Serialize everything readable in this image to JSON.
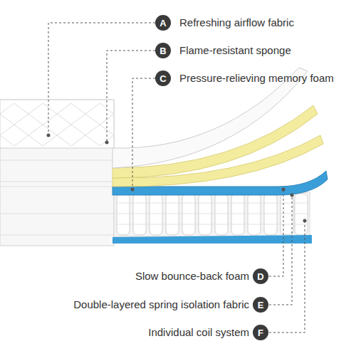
{
  "diagram": {
    "nodes": [
      {
        "text": [
          "A"
        ]
      },
      {
        "text": [
          "B"
        ]
      },
      {
        "text": [
          "C"
        ]
      },
      {
        "text": [
          "D"
        ]
      },
      {
        "text": [
          "E"
        ]
      },
      {
        "text": [
          "F"
        ]
      }
    ],
    "labels": [
      "Refreshing airflow fabric",
      "Flame-resistant sponge",
      "Pressure-relieving memory foam",
      "Slow bounce-back foam",
      "Double-layered spring isolation fabric",
      "Individual coil system"
    ]
  }
}
